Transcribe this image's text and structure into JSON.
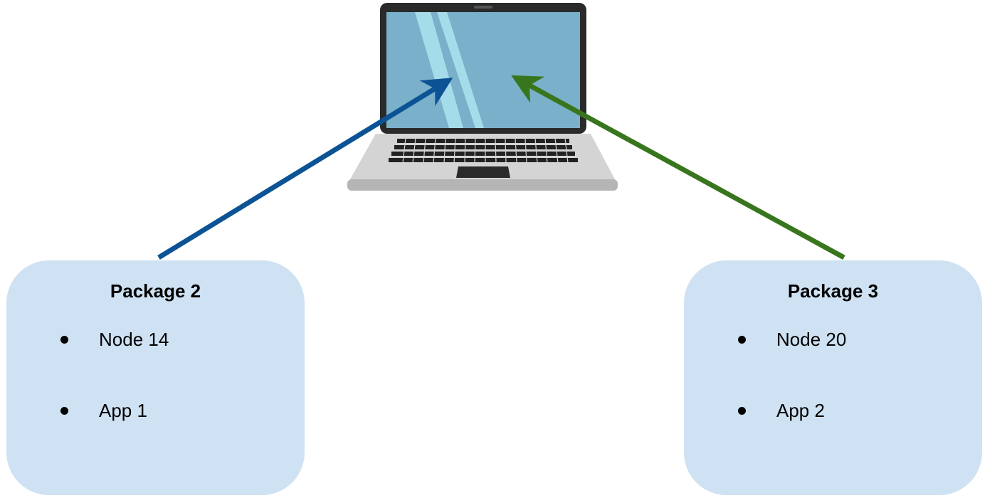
{
  "packages": [
    {
      "title": "Package 2",
      "items": [
        "Node 14",
        "App 1"
      ]
    },
    {
      "title": "Package 3",
      "items": [
        "Node 20",
        "App 2"
      ]
    }
  ],
  "colors": {
    "box_fill": "#cfe2f3",
    "arrow_left": "#0b5394",
    "arrow_right": "#38761d",
    "screen": "#7ab0c9",
    "laptop_body": "#d4d4d4",
    "bezel": "#2a2a2a"
  },
  "icons": {
    "device": "laptop-icon"
  }
}
